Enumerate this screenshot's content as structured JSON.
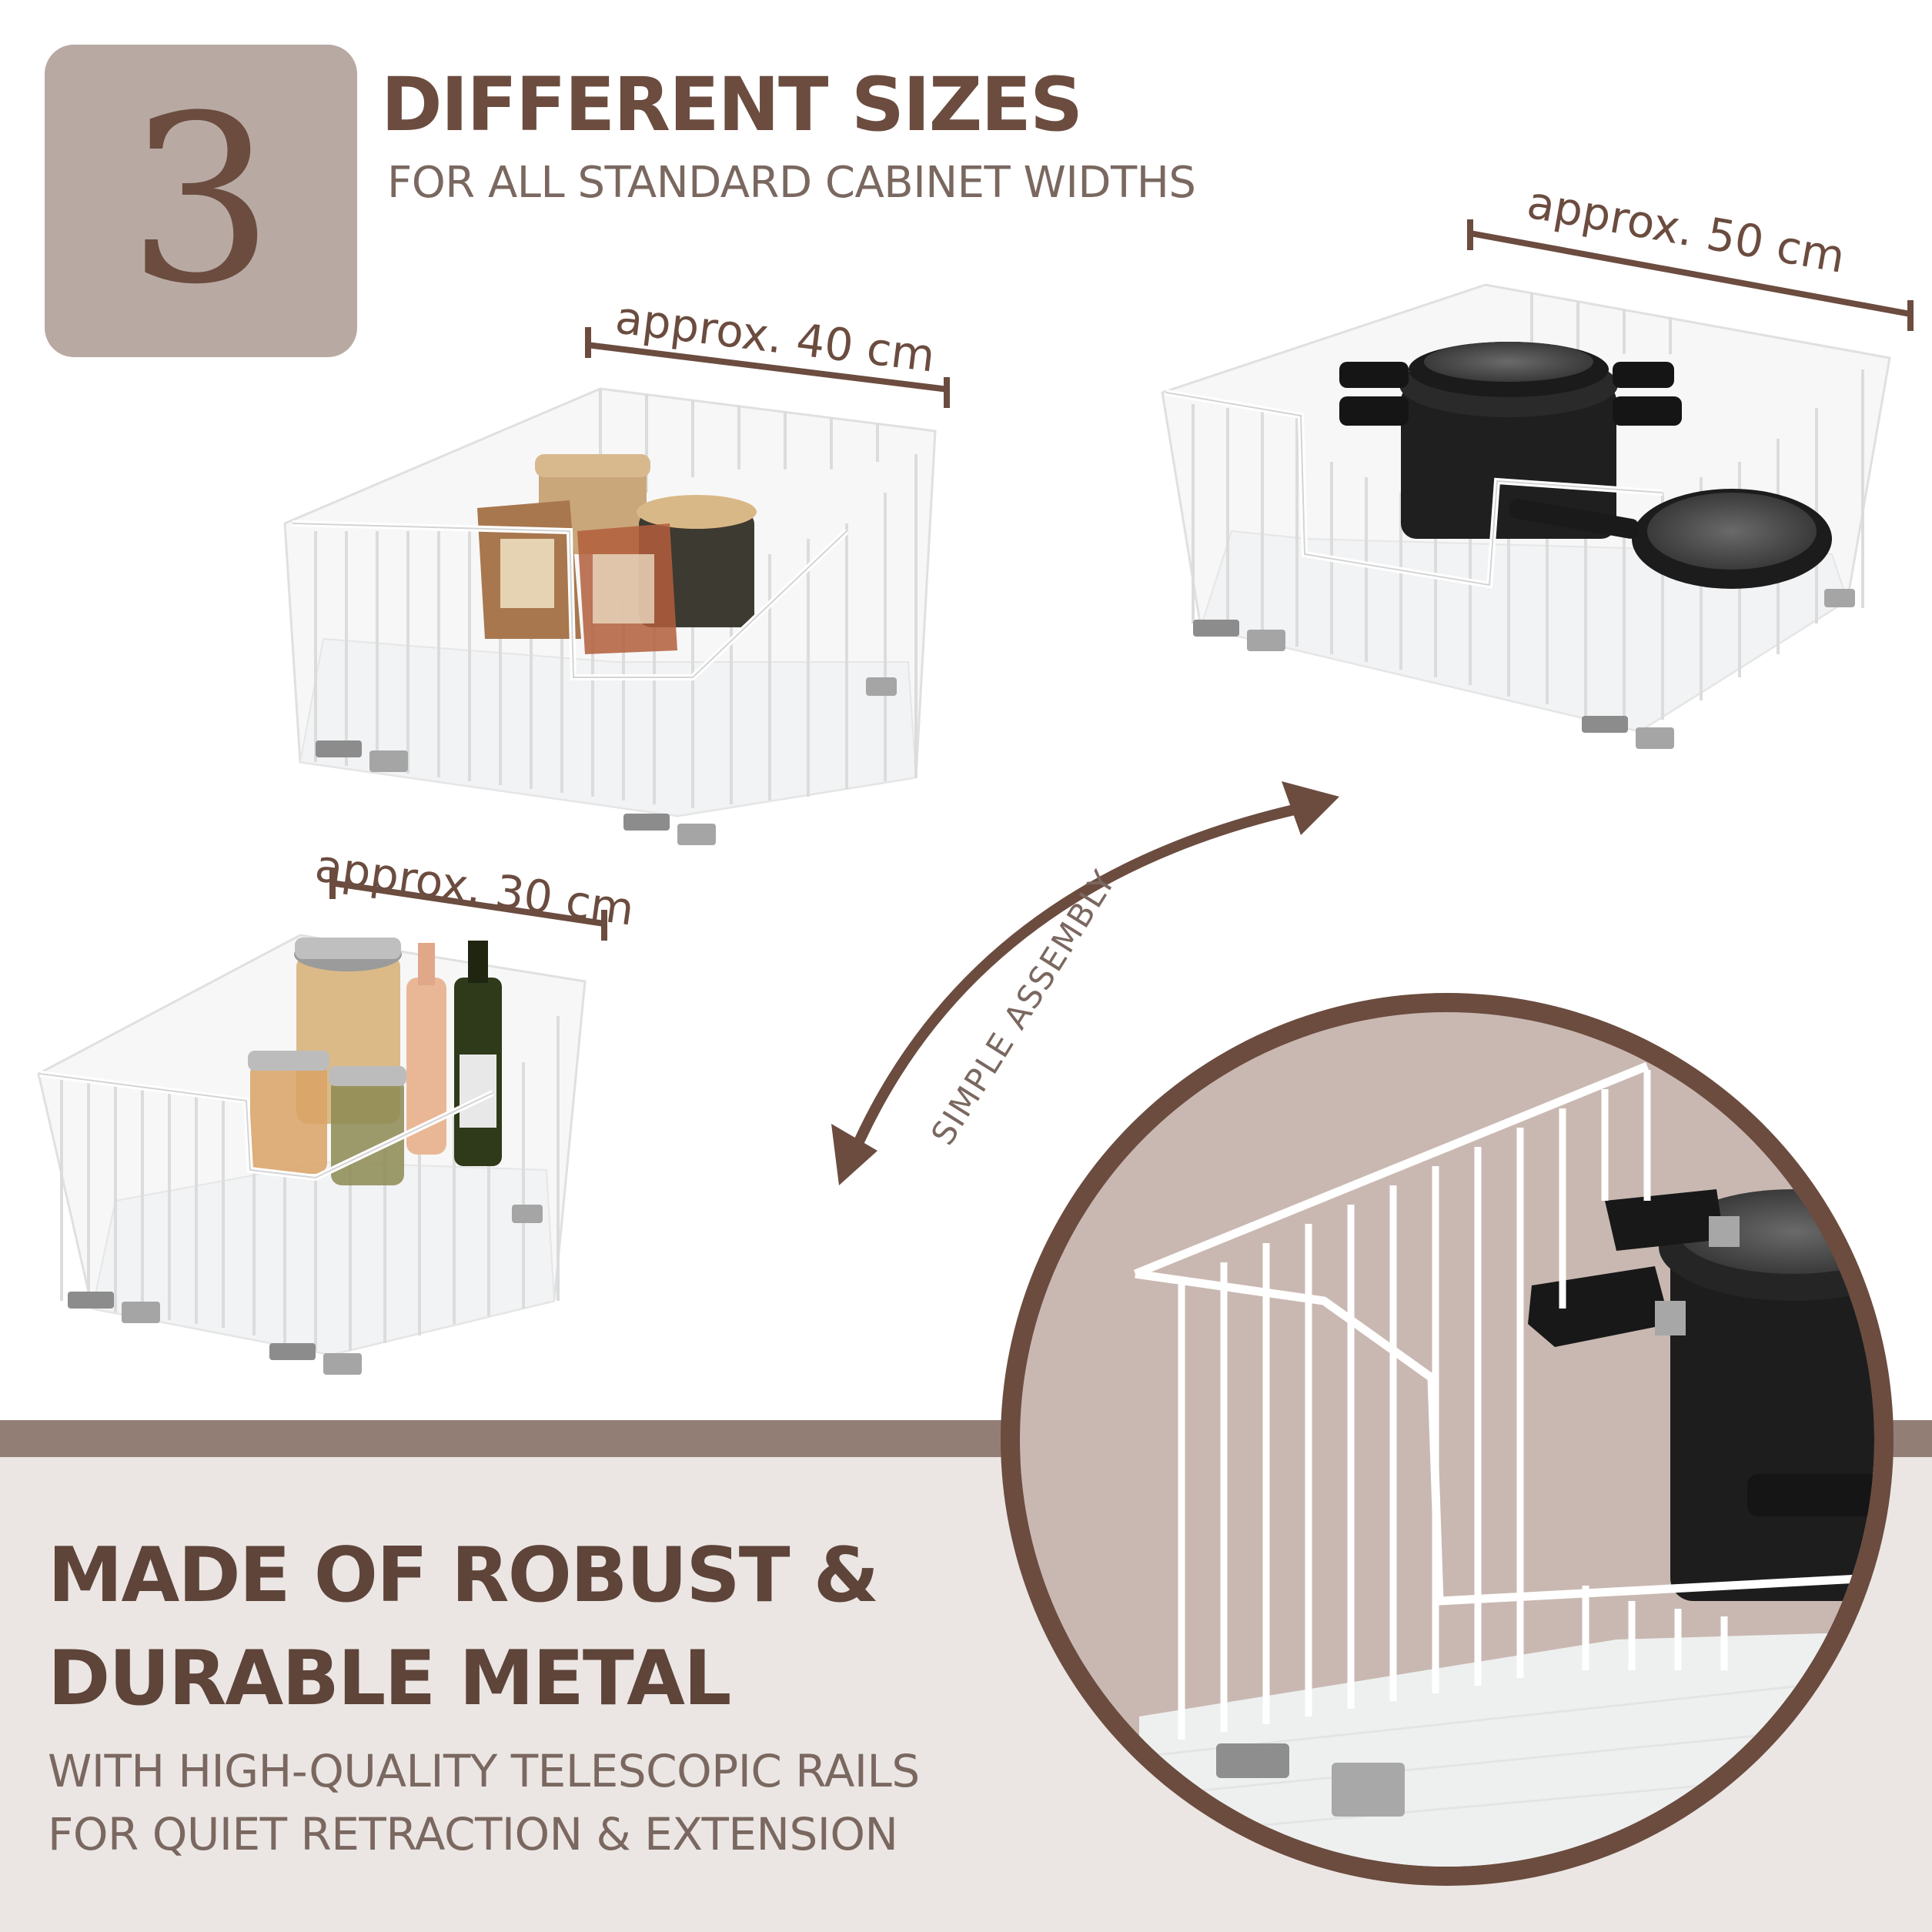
{
  "badge": {
    "number": "3"
  },
  "heading": {
    "title": "DIFFERENT SIZES",
    "subtitle": "FOR ALL STANDARD CABINET WIDTHS"
  },
  "baskets": [
    {
      "label": "approx. 40 cm"
    },
    {
      "label": "approx. 50 cm"
    },
    {
      "label": "approx. 30 cm"
    }
  ],
  "assembly": {
    "label": "SIMPLE ASSEMBLY"
  },
  "feature": {
    "title_line1": "MADE OF ROBUST &",
    "title_line2": "DURABLE METAL",
    "sub_line1": "WITH HIGH-QUALITY TELESCOPIC RAILS",
    "sub_line2": "FOR QUIET RETRACTION & EXTENSION"
  },
  "colors": {
    "brand_brown": "#6b4c3f",
    "badge_bg": "#b8aaa3",
    "band": "#937e76",
    "footer_bg": "#ebe6e4",
    "zoom_bg": "#c9b8b1"
  },
  "icons": [
    "curved-double-arrow-icon"
  ]
}
